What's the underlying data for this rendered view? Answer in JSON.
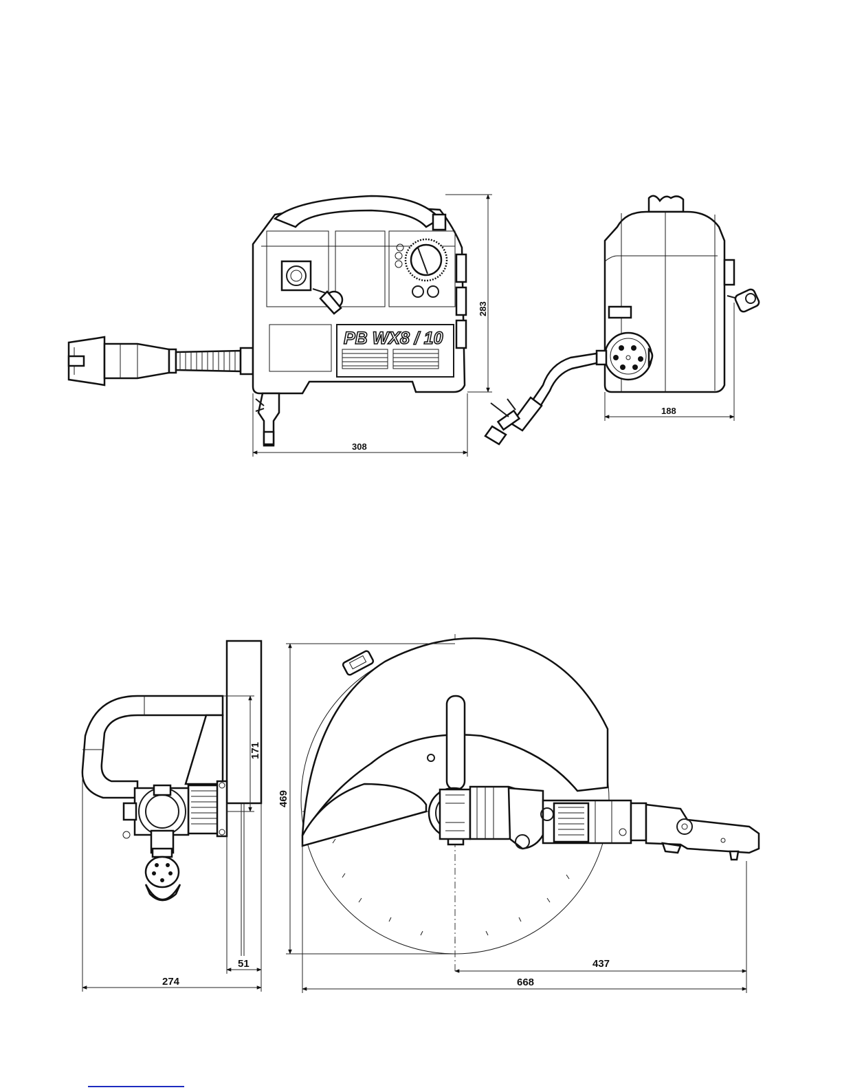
{
  "model_label": "PB WX8 / 10",
  "dimensions": {
    "front_width": "308",
    "front_height": "283",
    "side_depth": "188",
    "saw_side_width": "274",
    "saw_guard_width": "51",
    "saw_handle_height": "171",
    "blade_height": "469",
    "blade_center_to_end": "437",
    "saw_total_length": "668"
  },
  "colors": {
    "line": "#1a1a1a",
    "footer_rule": "#1c2bbf"
  }
}
